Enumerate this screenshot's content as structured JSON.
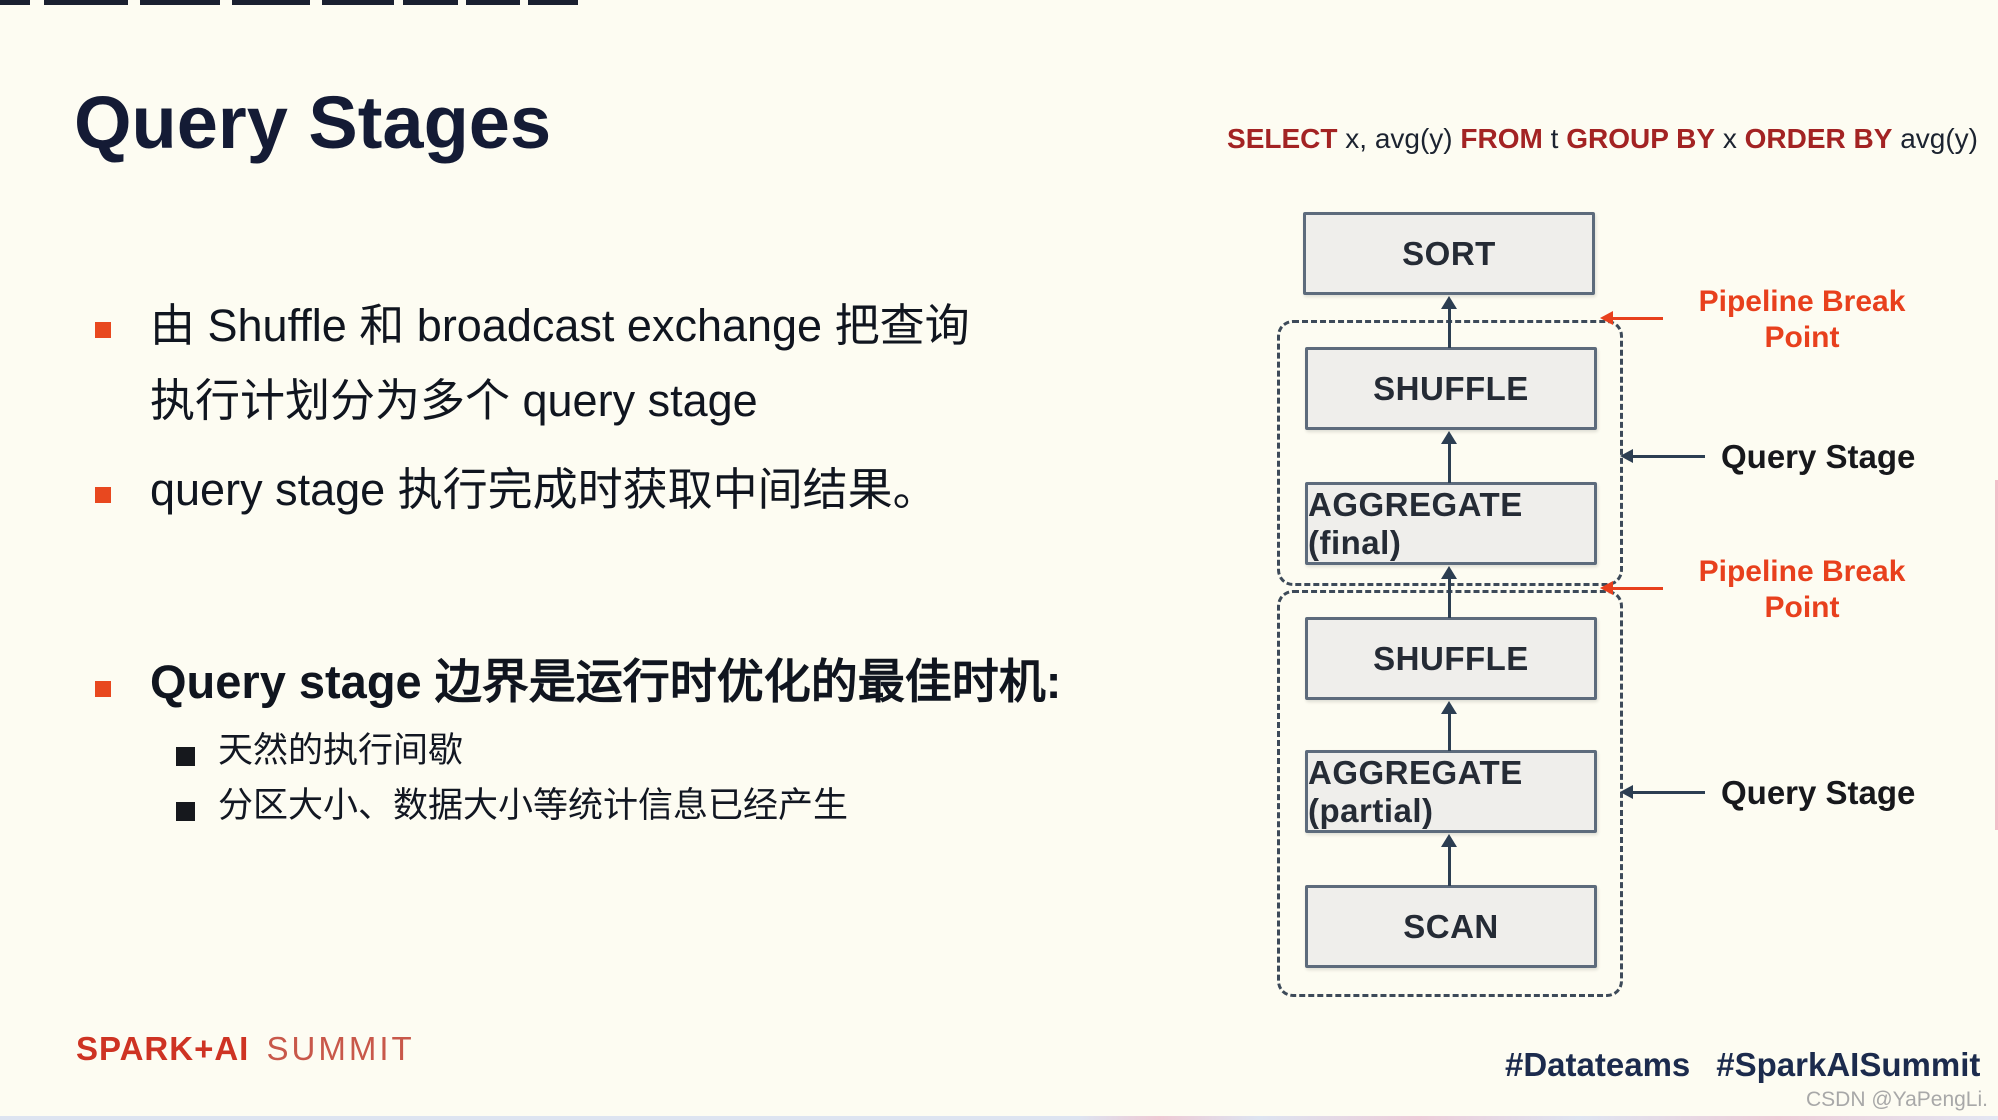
{
  "slide": {
    "title": "Query Stages",
    "sql": {
      "parts": [
        {
          "t": "SELECT"
        },
        {
          "t": " x, avg(y) "
        },
        {
          "t": "FROM"
        },
        {
          "t": " t "
        },
        {
          "t": "GROUP BY"
        },
        {
          "t": " x "
        },
        {
          "t": "ORDER BY"
        },
        {
          "t": " avg(y)"
        }
      ]
    },
    "bullets": [
      {
        "text": "由 Shuffle 和 broadcast exchange 把查询\n执行计划分为多个 query stage"
      },
      {
        "text": "query stage 执行完成时获取中间结果。"
      },
      {
        "text": "Query stage 边界是运行时优化的最佳时机:"
      }
    ],
    "sub_bullets": [
      {
        "text": "天然的执行间歇"
      },
      {
        "text": "分区大小、数据大小等统计信息已经产生"
      }
    ],
    "diagram": {
      "boxes": [
        {
          "label": "SORT"
        },
        {
          "label": "SHUFFLE"
        },
        {
          "label": "AGGREGATE (final)"
        },
        {
          "label": "SHUFFLE"
        },
        {
          "label": "AGGREGATE (partial)"
        },
        {
          "label": "SCAN"
        }
      ],
      "annotations": {
        "pipeline_break_1": "Pipeline Break\nPoint",
        "pipeline_break_2": "Pipeline Break\nPoint",
        "query_stage_1": "Query Stage",
        "query_stage_2": "Query Stage"
      }
    },
    "footer": {
      "brand_bold": "SPARK+AI",
      "brand_light": "SUMMIT",
      "hashtags": [
        "#Datateams",
        "#SparkAISummit"
      ]
    },
    "watermark": "CSDN @YaPengLi."
  },
  "colors": {
    "background": "#fdfcf2",
    "title_navy": "#141b35",
    "bullet_red": "#e8481f",
    "sql_keyword_red": "#a32323",
    "box_fill": "#efeeeb",
    "box_border": "#5d6b7c",
    "arrow_navy": "#2c3e52",
    "break_label_red": "#e8401d",
    "brand_red": "#ce3323",
    "hashtag_navy": "#1c2b4d"
  }
}
